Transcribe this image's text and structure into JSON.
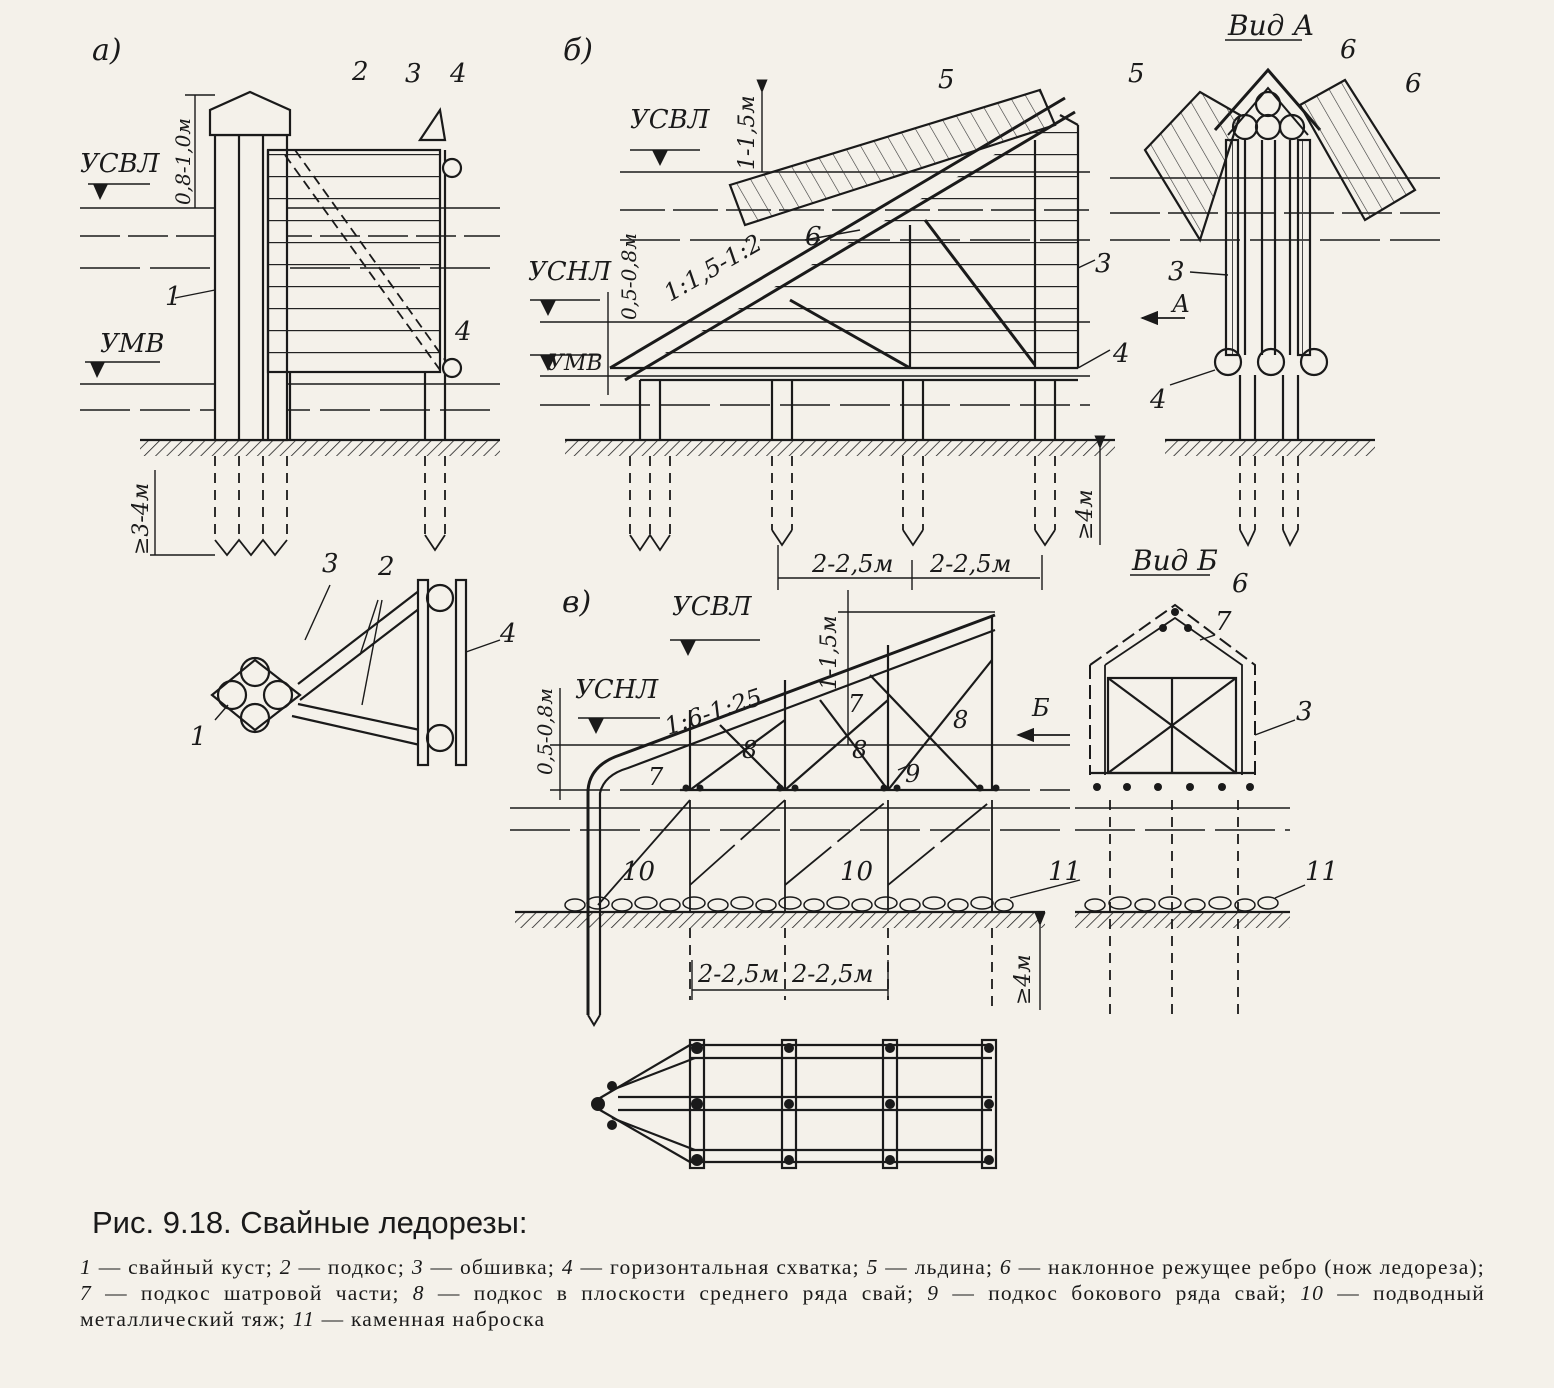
{
  "panels": {
    "a": {
      "label": "а)",
      "levels": [
        "УСВЛ",
        "УМВ"
      ],
      "dims": [
        "0,8-1,0м",
        "≥3-4м"
      ],
      "callouts": [
        "1",
        "2",
        "3",
        "4",
        "4"
      ],
      "plan_callouts": [
        "1",
        "2",
        "3",
        "4"
      ]
    },
    "b": {
      "label": "б)",
      "levels": [
        "УСВЛ",
        "УСНЛ",
        "УМВ"
      ],
      "dims": [
        "1-1,5м",
        "0,5-0,8м",
        "≥4м",
        "2-2,5м",
        "2-2,5м"
      ],
      "slope": "1:1,5-1:2",
      "callouts": [
        "5",
        "6",
        "3",
        "4"
      ],
      "view_arrow": "А"
    },
    "view_a": {
      "title": "Вид А",
      "callouts": [
        "5",
        "6",
        "6",
        "3",
        "4"
      ]
    },
    "v": {
      "label": "в)",
      "levels": [
        "УСВЛ",
        "УСНЛ"
      ],
      "dims": [
        "1-1,5м",
        "0,5-0,8м",
        "≥4м",
        "2-2,5м",
        "2-2,5м"
      ],
      "slope": "1:6-1:25",
      "callouts": [
        "7",
        "7",
        "8",
        "8",
        "8",
        "9",
        "10",
        "10",
        "11"
      ],
      "view_arrow": "Б"
    },
    "view_b": {
      "title": "Вид Б",
      "callouts": [
        "6",
        "7",
        "3",
        "11"
      ]
    }
  },
  "caption": {
    "title": "Рис. 9.18. Свайные ледорезы:",
    "legend": [
      {
        "num": "1",
        "text": " — свайный куст; "
      },
      {
        "num": "2",
        "text": " — подкос; "
      },
      {
        "num": "3",
        "text": " — обшивка; "
      },
      {
        "num": "4",
        "text": " — горизонтальная схватка; "
      },
      {
        "num": "5",
        "text": " — льдина; "
      },
      {
        "num": "6",
        "text": " — наклонное режущее ребро (нож ледореза); "
      },
      {
        "num": "7",
        "text": " — подкос шатровой части; "
      },
      {
        "num": "8",
        "text": " — подкос в плоскости среднего ряда свай; "
      },
      {
        "num": "9",
        "text": " — подкос бокового ряда свай; "
      },
      {
        "num": "10",
        "text": " — подводный металлический тяж; "
      },
      {
        "num": "11",
        "text": " — каменная наброска"
      }
    ]
  }
}
